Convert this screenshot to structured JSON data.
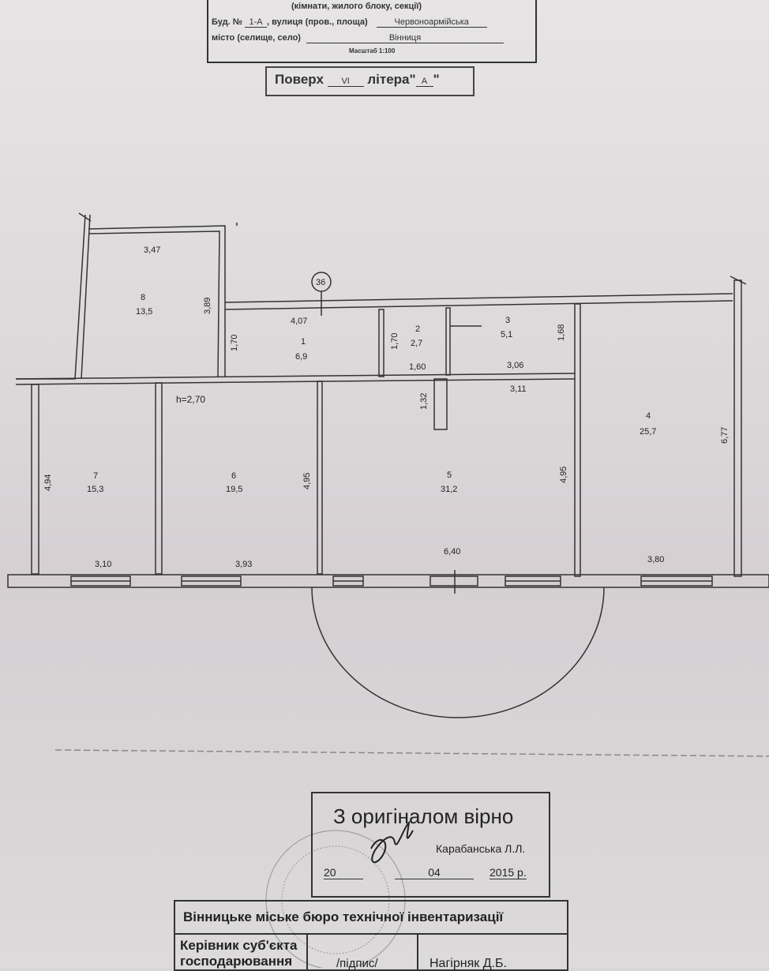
{
  "header": {
    "subtitle": "(кімнати, жилого блоку, секції)",
    "building_label": "Буд. №",
    "building_no": "1-А",
    "street_label": ", вулиця (пров., площа)",
    "street": "Червоноармійська",
    "city_label": "місто (селище, село)",
    "city": "Вінниця",
    "scale": "Масштаб 1:100"
  },
  "floor": {
    "label": "Поверх",
    "value": "VI",
    "letter_label": "літера",
    "letter": "А"
  },
  "plan": {
    "marker": "36",
    "height": "h=2,70",
    "rooms": [
      {
        "no": "1",
        "area": "6,9"
      },
      {
        "no": "2",
        "area": "2,7"
      },
      {
        "no": "3",
        "area": "5,1"
      },
      {
        "no": "4",
        "area": "25,7"
      },
      {
        "no": "5",
        "area": "31,2"
      },
      {
        "no": "6",
        "area": "19,5"
      },
      {
        "no": "7",
        "area": "15,3"
      },
      {
        "no": "8",
        "area": "13,5"
      }
    ],
    "dims": {
      "d347": "3,47",
      "d389": "3,89",
      "d407": "4,07",
      "d170a": "1,70",
      "d170b": "1,70",
      "d160": "1,60",
      "d306": "3,06",
      "d168": "1,68",
      "d311": "3,11",
      "d132": "1,32",
      "d677": "6,77",
      "d494": "4,94",
      "d495a": "4,95",
      "d495b": "4,95",
      "d310": "3,10",
      "d393": "3,93",
      "d640": "6,40",
      "d380": "3,80"
    }
  },
  "certification": {
    "title": "З оригіналом вірно",
    "name": "Карабанська Л.Л.",
    "day": "20",
    "month": "04",
    "year": "2015 р."
  },
  "bureau": {
    "name": "Вінницьке міське бюро технічної інвентаризації",
    "role": "Керівник суб'єкта господарювання",
    "signature": "/підпис/",
    "head": "Нагірняк Д.Б."
  }
}
